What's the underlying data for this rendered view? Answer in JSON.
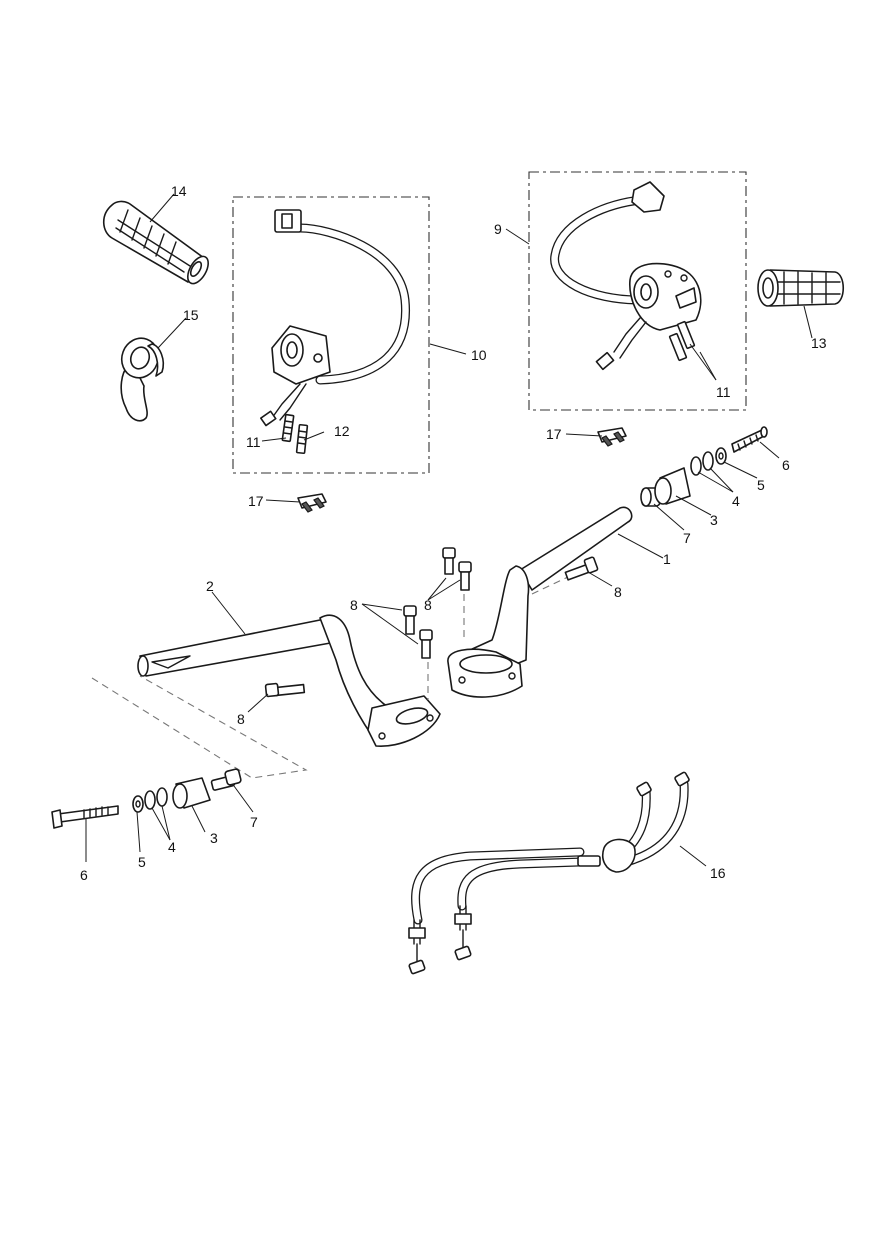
{
  "callouts": {
    "c1": "1",
    "c2": "2",
    "c3a": "3",
    "c3b": "3",
    "c4a": "4",
    "c4b": "4",
    "c5a": "5",
    "c5b": "5",
    "c6a": "6",
    "c6b": "6",
    "c7a": "7",
    "c7b": "7",
    "c8a": "8",
    "c8b": "8",
    "c8c": "8",
    "c8d": "8",
    "c9": "9",
    "c10": "10",
    "c11a": "11",
    "c11b": "11",
    "c12": "12",
    "c13": "13",
    "c14": "14",
    "c15": "15",
    "c16": "16",
    "c17a": "17",
    "c17b": "17"
  }
}
